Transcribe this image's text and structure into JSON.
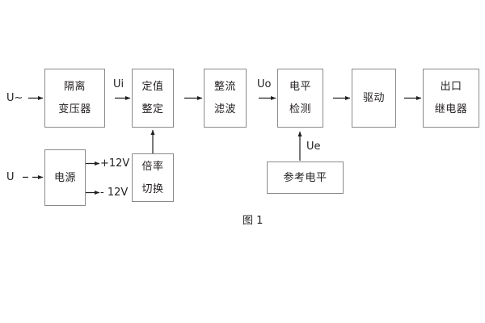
{
  "diagram": {
    "caption": "图 1",
    "blocks": [
      {
        "id": "isolation-transformer",
        "lines": [
          "隔离",
          "变压器"
        ]
      },
      {
        "id": "setting-value",
        "lines": [
          "定值",
          "整定"
        ]
      },
      {
        "id": "rectify-filter",
        "lines": [
          "整流",
          "滤波"
        ]
      },
      {
        "id": "level-detection",
        "lines": [
          "电平",
          "检测"
        ]
      },
      {
        "id": "drive",
        "lines": [
          "驱动"
        ]
      },
      {
        "id": "output-relay",
        "lines": [
          "出口",
          "继电器"
        ]
      },
      {
        "id": "power-supply",
        "lines": [
          "电源"
        ]
      },
      {
        "id": "multiplier-switch",
        "lines": [
          "倍率",
          "切换"
        ]
      },
      {
        "id": "reference-level",
        "lines": [
          "参考电平"
        ]
      }
    ],
    "signals": {
      "ac_input": "U~",
      "dc_input": "U",
      "ui": "Ui",
      "uo": "Uo",
      "ue": "Ue",
      "rail_positive": "+12V",
      "rail_negative": "- 12V"
    },
    "colors": {
      "background": "#ffffff",
      "box_stroke": "#8a8a8a",
      "wire_stroke": "#231f20",
      "text": "#231f20"
    }
  }
}
